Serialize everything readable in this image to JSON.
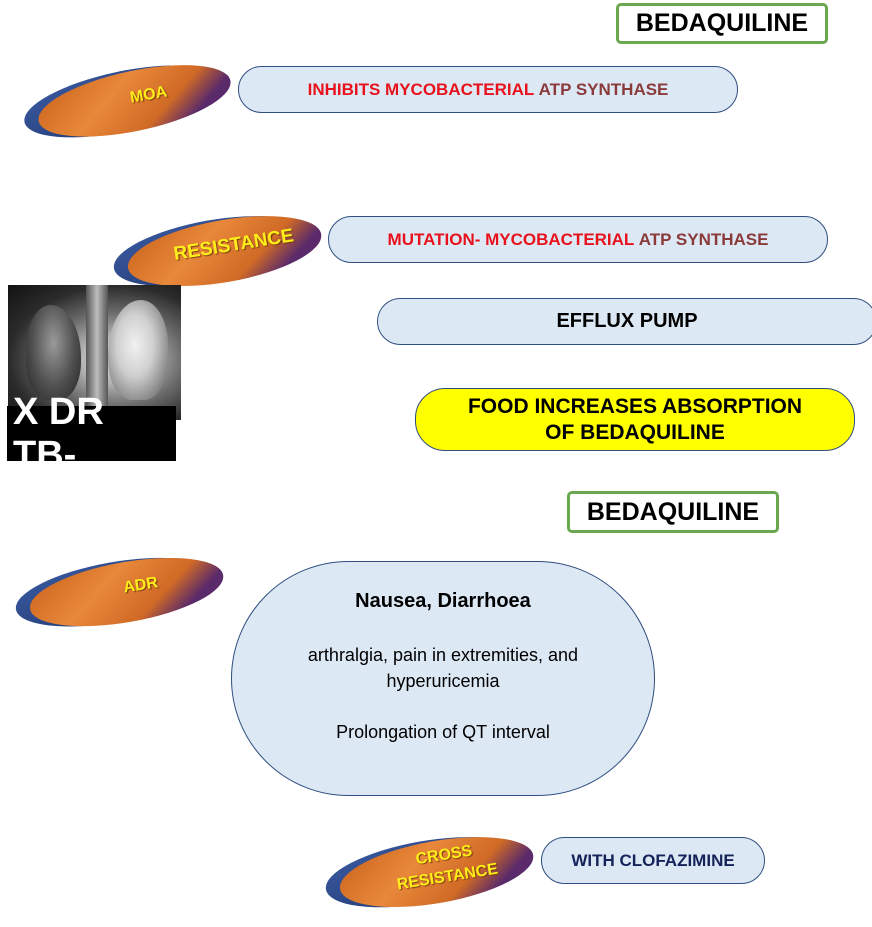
{
  "title_top": "BEDAQUILINE",
  "title_mid": "BEDAQUILINE",
  "discs": {
    "moa": "MOA",
    "resistance": "RESISTANCE",
    "adr": "ADR",
    "cross_line1": "CROSS",
    "cross_line2": "RESISTANCE"
  },
  "moa": {
    "part1": "INHIBITS MYCOBACTERIAL ",
    "part2": "ATP SYNTHASE"
  },
  "resistance": {
    "part1": "MUTATION- MYCOBACTERIAL ",
    "part2": "ATP SYNTHASE",
    "efflux": "EFFLUX PUMP"
  },
  "xray_label": "X DR TB-",
  "food": {
    "line1": "FOOD INCREASES ABSORPTION",
    "line2": "OF BEDAQUILINE"
  },
  "adr": {
    "line1": "Nausea, Diarrhoea",
    "line2": "arthralgia, pain in extremities, and hyperuricemia",
    "line3": "Prolongation of QT interval"
  },
  "cross_resistance": "WITH CLOFAZIMINE",
  "colors": {
    "title_border": "#6aa84f",
    "pill_fill": "#dde8f5",
    "pill_border": "#2f4f80",
    "disc_orange": "#d9742a",
    "disc_blue": "#2a4a8a",
    "label_yellow": "#ffee1a",
    "text_red": "#e8121c",
    "text_brown": "#8b3a3a",
    "text_navy": "#14235a",
    "food_fill": "#ffff00"
  }
}
